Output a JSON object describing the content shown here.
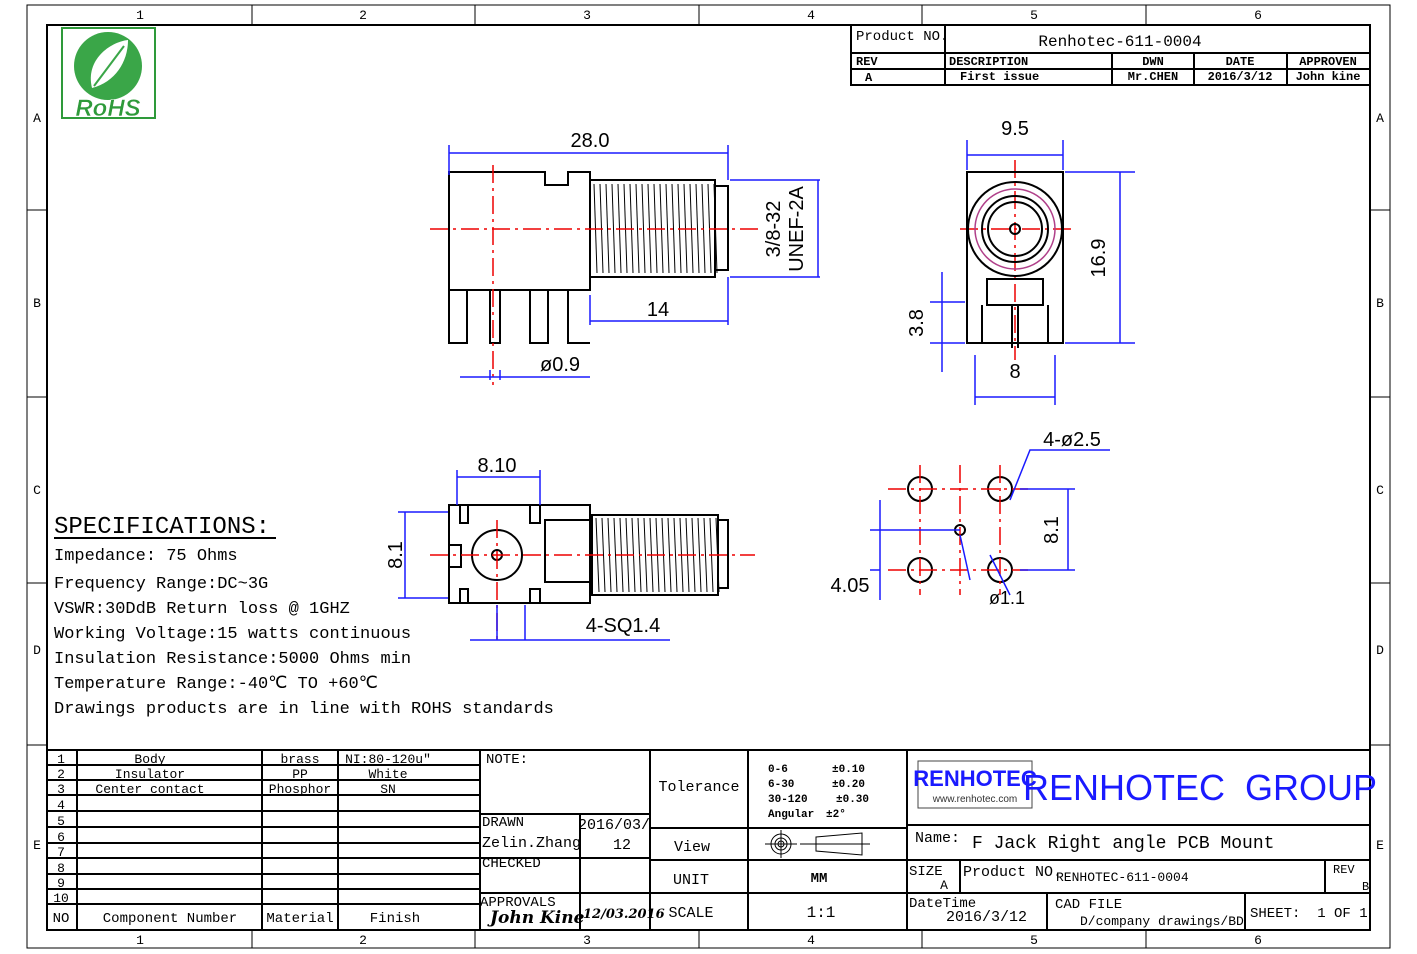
{
  "grid": {
    "cols": [
      "1",
      "2",
      "3",
      "4",
      "5",
      "6"
    ],
    "rows": [
      "A",
      "B",
      "C",
      "D",
      "E"
    ]
  },
  "logo": {
    "rohs": "RoHS"
  },
  "revision_block": {
    "product_no_label": "Product NO.",
    "product_no": "Renhotec-611-0004",
    "headers": [
      "REV",
      "DESCRIPTION",
      "DWN",
      "DATE",
      "APPROVEN"
    ],
    "row": [
      "A",
      "First issue",
      "Mr.CHEN",
      "2016/3/12",
      "John kine"
    ]
  },
  "dimensions": {
    "length": "28.0",
    "thread": "3/8-32",
    "thread_class": "UNEF-2A",
    "thread_len": "14",
    "pin_dia": "ø0.9",
    "width": "9.5",
    "height": "16.9",
    "pin_h": "3.8",
    "pin_span": "8",
    "top_w": "8.10",
    "top_h": "8.1",
    "sq": "4-SQ1.4",
    "holes": "4-ø2.5",
    "hole_span": "8.1",
    "hole_offset": "4.05",
    "center_hole": "ø1.1"
  },
  "specifications": {
    "title": "SPECIFICATIONS:",
    "lines": [
      "Impedance: 75 Ohms",
      "Frequency Range:DC~3G",
      "VSWR:30DdB Return loss @ 1GHZ",
      "Working Voltage:15 watts continuous",
      "Insulation Resistance:5000 Ohms min",
      "Temperature Range:-40℃ TO +60℃",
      "Drawings products are in line with ROHS standards"
    ]
  },
  "bom": {
    "rows": [
      [
        "1",
        "Body",
        "brass",
        "NI:80-120u\""
      ],
      [
        "2",
        "Insulator",
        "PP",
        "White"
      ],
      [
        "3",
        "Center contact",
        "Phosphor",
        "SN"
      ],
      [
        "4",
        "",
        "",
        ""
      ],
      [
        "5",
        "",
        "",
        ""
      ],
      [
        "6",
        "",
        "",
        ""
      ],
      [
        "7",
        "",
        "",
        ""
      ],
      [
        "8",
        "",
        "",
        ""
      ],
      [
        "9",
        "",
        "",
        ""
      ],
      [
        "10",
        "",
        "",
        ""
      ]
    ],
    "headers": [
      "NO",
      "Component Number",
      "Material",
      "Finish"
    ]
  },
  "title_block": {
    "note": "NOTE:",
    "drawn_label": "DRAWN",
    "drawn_by": "Zelin.Zhang",
    "drawn_date_1": "2016/03/",
    "drawn_date_2": "12",
    "checked_label": "CHECKED",
    "approvals_label": "APPROVALS",
    "approvals_sign": "John Kine",
    "approvals_date": "12/03.2016",
    "tolerance_label": "Tolerance",
    "tolerances": [
      [
        "0-6",
        "±0.10"
      ],
      [
        "6-30",
        "±0.20"
      ],
      [
        "30-120",
        "±0.30"
      ],
      [
        "Angular",
        "±2°"
      ]
    ],
    "view_label": "View",
    "unit_label": "UNIT",
    "unit": "MM",
    "scale_label": "SCALE",
    "scale": "1:1",
    "brand": "RENHOTEC",
    "brand_url": "www.renhotec.com",
    "group": "RENHOTEC  GROUP",
    "name_label": "Name:",
    "name": "F Jack Right angle PCB Mount",
    "size_label": "SIZE",
    "size": "A",
    "product_no_label": "Product NO.",
    "product_no": "RENHOTEC-611-0004",
    "rev_label": "REV",
    "rev": "B",
    "datetime_label": "DateTime",
    "datetime": "2016/3/12",
    "cad_label": "CAD FILE",
    "cad_path": "D/company drawings/BD",
    "sheet": "SHEET:  1 OF 1"
  },
  "colors": {
    "accent_blue": "#1a1aff",
    "red": "#e00000",
    "rohs_green": "#2e9a3a"
  }
}
